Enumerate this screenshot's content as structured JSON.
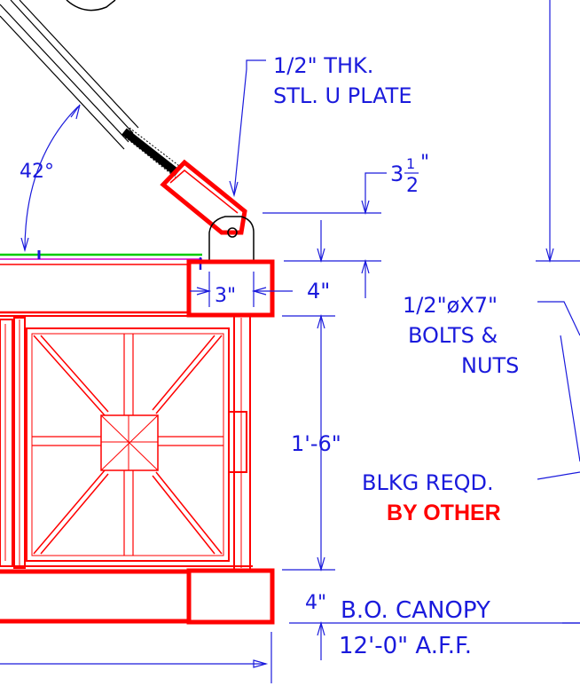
{
  "colors": {
    "dimension": "#1a1adc",
    "member": "#ff0000",
    "structure": "#000000",
    "green_line": "#00cc00",
    "magenta_line": "#cc00cc",
    "background": "#ffffff"
  },
  "labels": {
    "u_plate_line1": "1/2\" THK.",
    "u_plate_line2": "STL. U PLATE",
    "angle": "42°",
    "dim_3_whole": "3",
    "dim_3_num": "1",
    "dim_3_den": "2",
    "dim_3_inch": "\"",
    "dim_4_top": "4\"",
    "dim_3_post": "3\"",
    "bolts_line1": "1/2\"øX7\"",
    "bolts_line2": "BOLTS &",
    "bolts_line3": "NUTS",
    "dim_1_6": "1'-6\"",
    "blkg_line1": "BLKG REQD.",
    "blkg_line2": "BY OTHER",
    "dim_4_bottom": "4\"",
    "canopy_line1": "B.O. CANOPY",
    "canopy_line2": "12'-0\" A.F.F."
  }
}
